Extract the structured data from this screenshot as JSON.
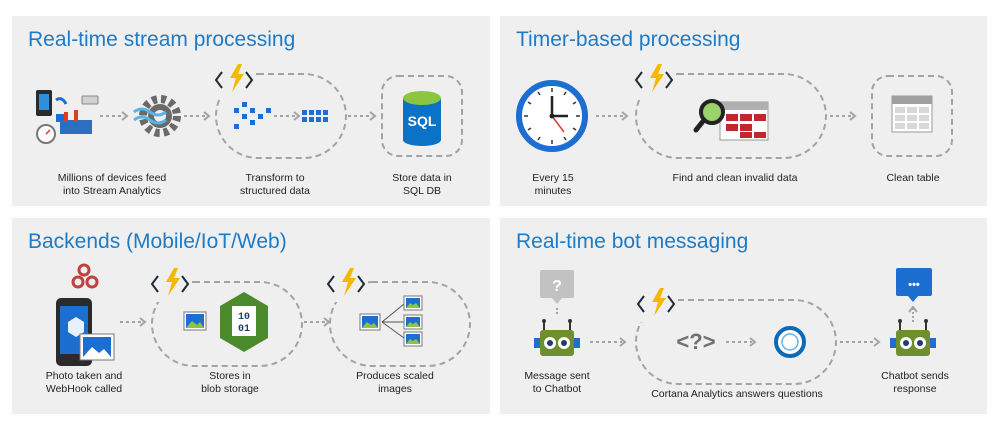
{
  "panels": {
    "stream": {
      "title": "Real-time stream processing",
      "captions": {
        "devices": [
          "Millions of devices feed",
          "into Stream Analytics"
        ],
        "transform": [
          "Transform to",
          "structured data"
        ],
        "store": [
          "Store data in",
          "SQL DB"
        ]
      },
      "sql_label": "SQL"
    },
    "timer": {
      "title": "Timer-based processing",
      "captions": {
        "clock": [
          "Every 15",
          "minutes"
        ],
        "clean": [
          "Find and clean invalid data"
        ],
        "table": [
          "Clean table"
        ]
      }
    },
    "backends": {
      "title": "Backends (Mobile/IoT/Web)",
      "captions": {
        "photo": [
          "Photo taken and",
          "WebHook called"
        ],
        "blob": [
          "Stores in",
          "blob storage"
        ],
        "scaled": [
          "Produces scaled",
          "images"
        ]
      },
      "binary_label": [
        "10",
        "01"
      ]
    },
    "bot": {
      "title": "Real-time bot messaging",
      "captions": {
        "message": [
          "Message sent",
          "to Chatbot"
        ],
        "cortana": [
          "Cortana Analytics answers questions"
        ],
        "response": [
          "Chatbot sends",
          "response"
        ]
      },
      "question_glyph": "?",
      "code_glyph": "<?>",
      "chat_glyph": "•••"
    }
  },
  "colors": {
    "title": "#1e7bc6",
    "panel_bg": "#efeff0",
    "lightning": "#f5b800",
    "azure_blue": "#1c6fd0",
    "dashed": "#a3a3a3",
    "robot_green": "#6f8f2f",
    "sql_blue": "#0b72c7",
    "table_red": "#c0282e",
    "cortana_blue": "#0e6ab4"
  },
  "icons": [
    "device-icon",
    "gear-icon",
    "lightning-icon",
    "sql-icon",
    "clock-icon",
    "magnifier-table-icon",
    "table-icon",
    "webhook-icon",
    "phone-icon",
    "blob-icon",
    "image-icon",
    "robot-icon",
    "chat-bubble-icon",
    "question-icon",
    "cortana-ring-icon"
  ]
}
